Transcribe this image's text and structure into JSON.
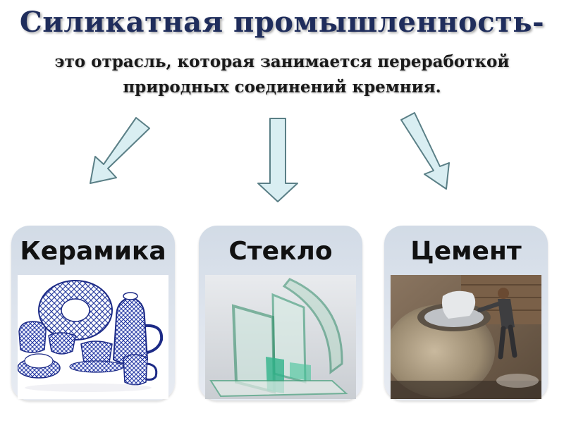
{
  "title": "Силикатная промышленность-",
  "subtitle_line1": "это отрасль, которая занимается переработкой",
  "subtitle_line2": "природных соединений кремния.",
  "categories": [
    {
      "label": "Керамика",
      "image": "porcelain-tea-set-photo"
    },
    {
      "label": "Стекло",
      "image": "glass-sheets-photo"
    },
    {
      "label": "Цемент",
      "image": "cement-mixing-photo"
    }
  ],
  "colors": {
    "title": "#1f2d5c",
    "arrow_fill": "#d9eef2",
    "arrow_stroke": "#5a7f86",
    "card_bg": "#d2dbe6"
  }
}
